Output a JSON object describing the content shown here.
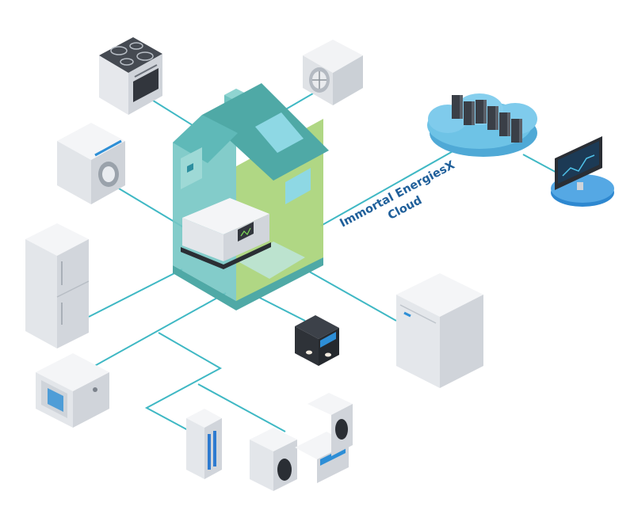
{
  "cloud_label": {
    "line1": "Immortal EnergiesX",
    "line2": "Cloud"
  },
  "colors": {
    "connector": "#3fb8c4",
    "house_teal": "#5fb9b8",
    "house_green": "#9ccc6e",
    "cloud": "#6ec3e6",
    "label": "#1f5f9a"
  },
  "devices": [
    {
      "id": "stove",
      "icon": "stove-icon"
    },
    {
      "id": "air-conditioner",
      "icon": "ac-unit-icon"
    },
    {
      "id": "washing-machine",
      "icon": "washing-machine-icon"
    },
    {
      "id": "refrigerator",
      "icon": "refrigerator-icon"
    },
    {
      "id": "microwave",
      "icon": "microwave-icon"
    },
    {
      "id": "coffee-machine",
      "icon": "coffee-machine-icon"
    },
    {
      "id": "dishwasher",
      "icon": "dishwasher-icon"
    },
    {
      "id": "air-purifier",
      "icon": "air-purifier-icon"
    },
    {
      "id": "stereo-system",
      "icon": "stereo-icon"
    },
    {
      "id": "server-cloud",
      "icon": "server-cloud-icon"
    },
    {
      "id": "monitor",
      "icon": "monitor-icon"
    },
    {
      "id": "house",
      "icon": "house-icon"
    },
    {
      "id": "generator",
      "icon": "generator-icon"
    }
  ]
}
